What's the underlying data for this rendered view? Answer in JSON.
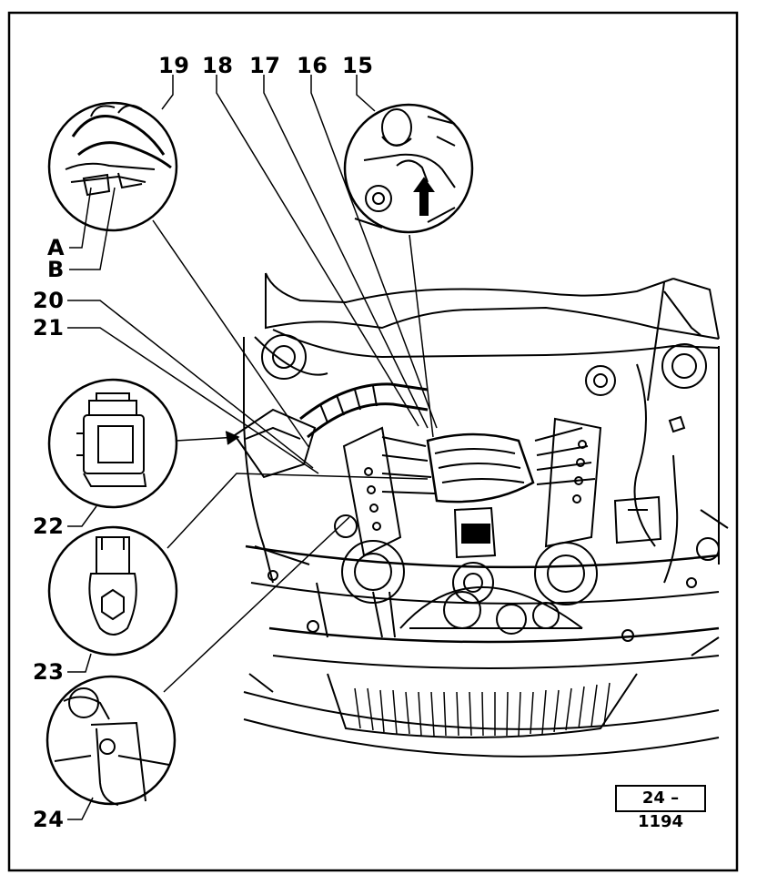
{
  "diagram": {
    "callouts": [
      {
        "id": "15",
        "label": "15"
      },
      {
        "id": "16",
        "label": "16"
      },
      {
        "id": "17",
        "label": "17"
      },
      {
        "id": "18",
        "label": "18"
      },
      {
        "id": "19",
        "label": "19"
      },
      {
        "id": "A",
        "label": "A"
      },
      {
        "id": "B",
        "label": "B"
      },
      {
        "id": "20",
        "label": "20"
      },
      {
        "id": "21",
        "label": "21"
      },
      {
        "id": "22",
        "label": "22"
      },
      {
        "id": "23",
        "label": "23"
      },
      {
        "id": "24",
        "label": "24"
      }
    ],
    "reference_code": "24 – 1194"
  }
}
